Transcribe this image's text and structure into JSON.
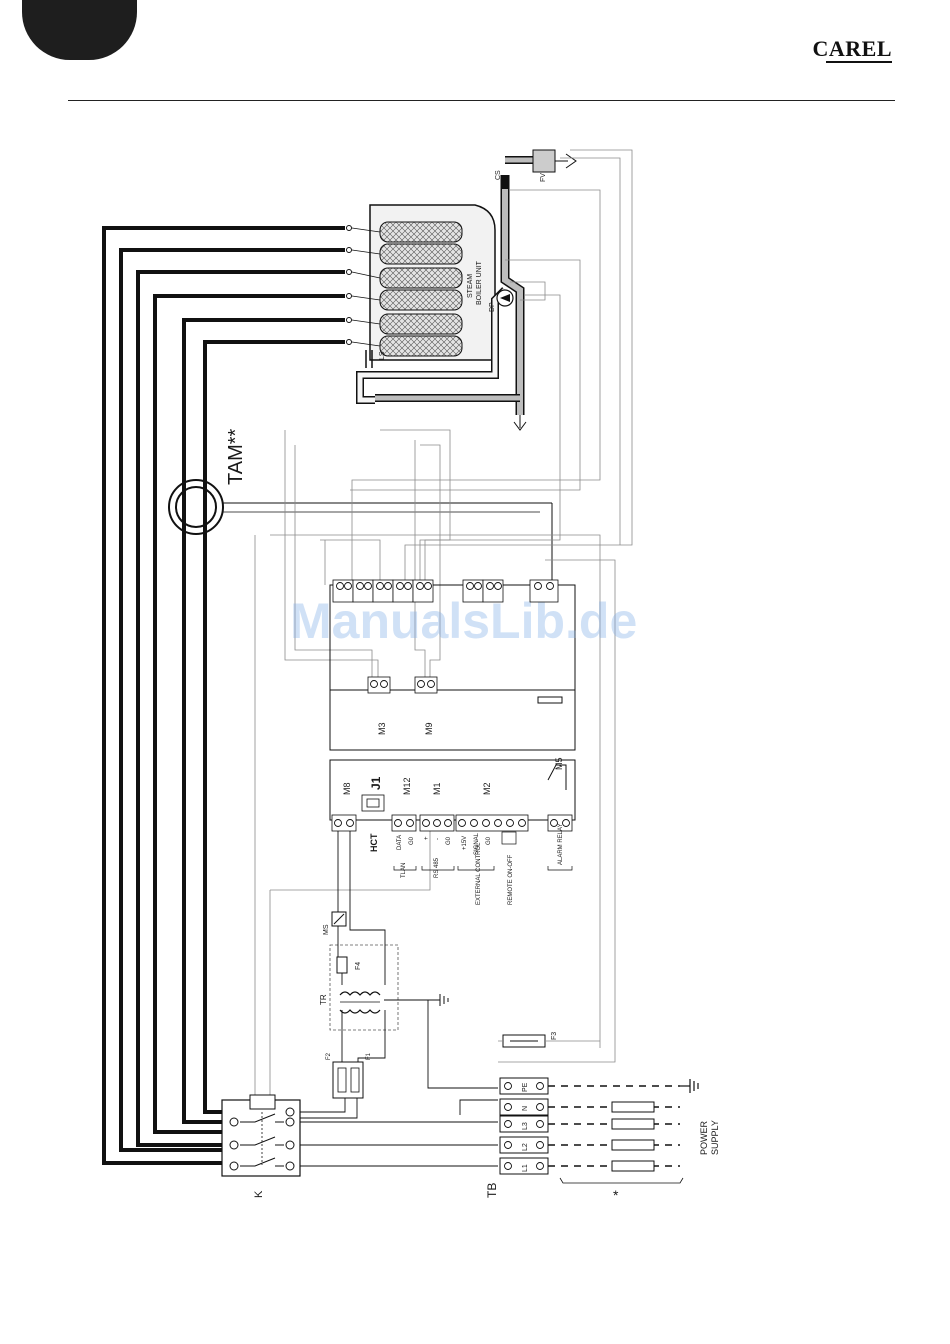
{
  "header": {
    "brand": "CAREL"
  },
  "watermark": "ManualsLib.de",
  "labels": {
    "tam": "TAM**",
    "k": "K",
    "tb": "TB",
    "asterisk": "*",
    "power_supply_line1": "POWER",
    "power_supply_line2": "SUPPLY",
    "steam_boiler_line1": "STEAM",
    "steam_boiler_line2": "BOILER UNIT",
    "cs": "CS",
    "fv": "FV",
    "dp": "DP",
    "ls": "LS",
    "ms": "MS",
    "tr": "TR",
    "f1": "F1",
    "f2": "F2",
    "f3": "F3",
    "f4": "F4",
    "hct": "HCT",
    "j1": "J1",
    "m1": "M1",
    "m2": "M2",
    "m3": "M3",
    "m5": "M5",
    "m8": "M8",
    "m9": "M9",
    "m12": "M12",
    "data": "DATA",
    "g0": "G0",
    "plus": "+",
    "minus": "-",
    "tlan": "TLAN",
    "rs485": "RS 485",
    "plus15v": "+15V",
    "signal": "SIGNAL",
    "external_control": "EXTERNAL CONTROL",
    "remote_onoff": "REMOTE ON-OFF",
    "alarm_relay": "ALARM RELAY",
    "tb_pe": "PE",
    "tb_n": "N",
    "tb_l3": "L3",
    "tb_l2": "L2",
    "tb_l1": "L1"
  },
  "colors": {
    "ink": "#1a1a1a",
    "wire_gray": "#8a8a8a",
    "pipe": "#bdbdbd",
    "mesh": "#d9d9d9"
  }
}
